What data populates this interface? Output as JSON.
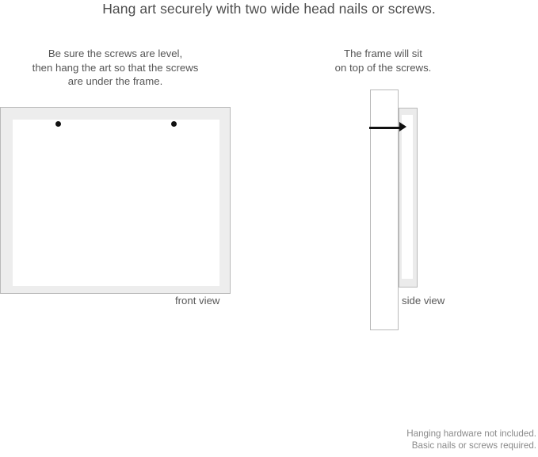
{
  "headline": "Hang art securely with two wide head nails or screws.",
  "captions": {
    "left": {
      "line1": "Be sure the screws are level,",
      "line2": "then hang the art so that the screws",
      "line3": "are under the frame."
    },
    "right": {
      "line1": "The frame will sit",
      "line2": "on top of the screws."
    }
  },
  "labels": {
    "front_view": "front view",
    "side_view": "side view"
  },
  "footer": {
    "line1": "Hanging hardware not included.",
    "line2": "Basic nails or screws required."
  },
  "diagram": {
    "front_view": {
      "screw_count": 2,
      "screw_color": "#111111",
      "frame_border_color": "#b9b9b9",
      "mat_color": "#ededed",
      "art_color": "#ffffff"
    },
    "side_view": {
      "wall_color": "#ffffff",
      "frame_color": "#ebebeb",
      "frame_inner_color": "#ffffff",
      "nail_color": "#111111"
    }
  },
  "colors": {
    "background": "#ffffff",
    "headline_text": "#4d4d4d",
    "caption_text": "#555555",
    "label_text": "#585858",
    "footer_text": "#8a8a8a"
  }
}
